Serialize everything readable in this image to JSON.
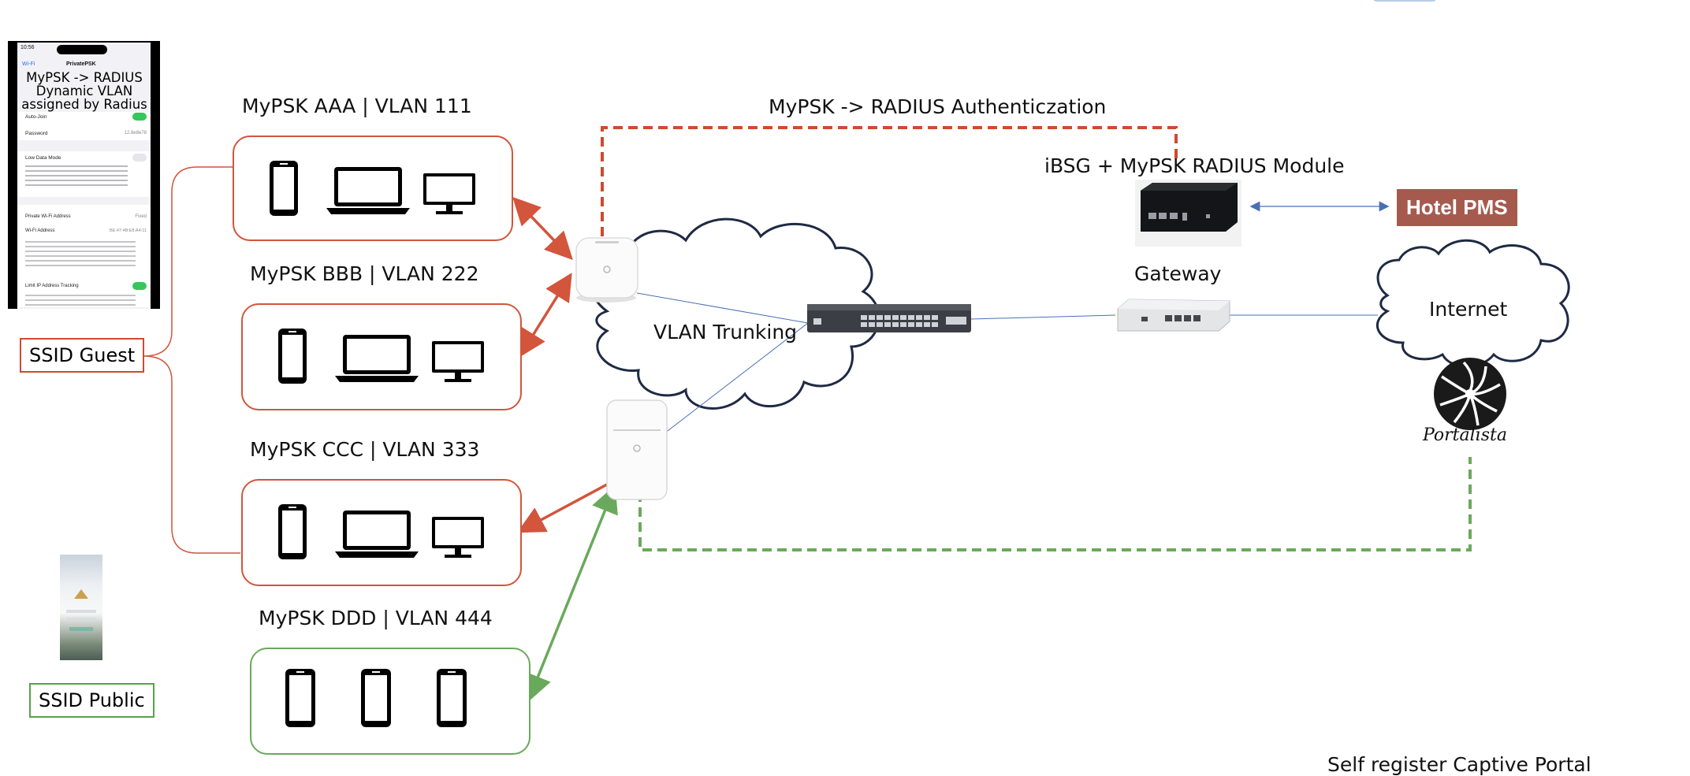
{
  "colors": {
    "red": "#d2553c",
    "green": "#6aa95b",
    "blue": "#4a6fb5",
    "pms": "#a65a4e",
    "cloud": "#1f2a44"
  },
  "groups": [
    {
      "title": "MyPSK AAA | VLAN 111",
      "devices": [
        "phone-icon",
        "laptop-icon",
        "monitor-icon"
      ]
    },
    {
      "title": "MyPSK BBB | VLAN 222",
      "devices": [
        "phone-icon",
        "laptop-icon",
        "monitor-icon"
      ]
    },
    {
      "title": "MyPSK CCC | VLAN 333",
      "devices": [
        "phone-icon",
        "laptop-icon",
        "monitor-icon"
      ]
    },
    {
      "title": "MyPSK DDD | VLAN 444",
      "devices": [
        "phone-icon",
        "phone-icon",
        "phone-icon"
      ]
    }
  ],
  "ssid_guest": "SSID Guest",
  "ssid_public": "SSID Public",
  "radius_auth": "MyPSK -> RADIUS Authenticzation",
  "ibsg": "iBSG + MyPSK RADIUS Module",
  "hotel_pms": "Hotel PMS",
  "gateway": "Gateway",
  "vlan_trunking": "VLAN Trunking",
  "internet": "Internet",
  "portalista": "Portalista",
  "captive_portal": "Self register Captive Portal",
  "phone_screenshot": {
    "time": "10:56",
    "back": "Wi-Fi",
    "network": "PrivatePSK",
    "overlay": "MyPSK -> RADIUS Dynamic VLAN assigned by Radius",
    "auto_join": "Auto-Join",
    "password_label": "Password",
    "password_value": "12.8e8e78",
    "low_data": "Low Data Mode",
    "private_addr": "Private Wi-Fi Address",
    "private_addr_value": "Fixed",
    "wifi_address": "Wi-Fi Address",
    "wifi_address_value": "BE:47:4B:E8:A4:11",
    "limit_ip": "Limit IP Address Tracking"
  }
}
